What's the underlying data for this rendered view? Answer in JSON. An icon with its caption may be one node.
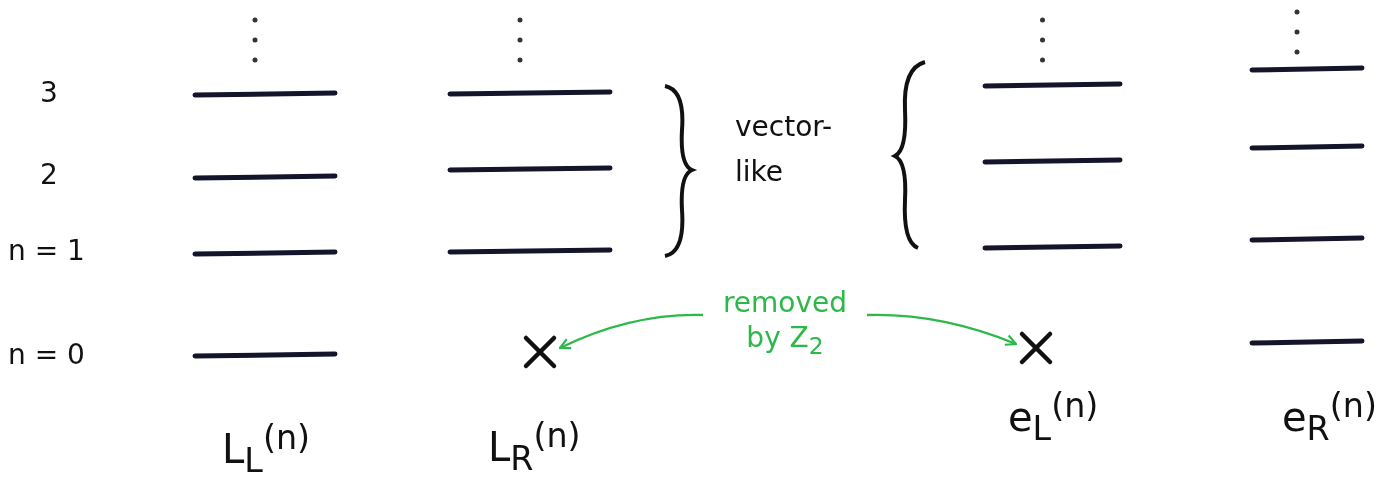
{
  "diagram": {
    "nodes": [
      {
        "text": [
          "removed by Z$_{2}$"
        ]
      },
      {
        "text": [],
        "shape": "cross"
      },
      {
        "text": [],
        "shape": "cross"
      }
    ],
    "edges": [
      {
        "from": 0,
        "to": 1,
        "arrow": "to"
      },
      {
        "from": 0,
        "to": 2,
        "arrow": "to"
      }
    ],
    "labels": [
      "3",
      "2",
      "n = 1",
      "n = 0",
      "vector-like",
      "L$_{L}$$^{(n)}$",
      "L$_{R}$$^{(n)}$",
      "e$_{L}$$^{(n)}$",
      "e$_{R}$$^{(n)}$"
    ]
  }
}
